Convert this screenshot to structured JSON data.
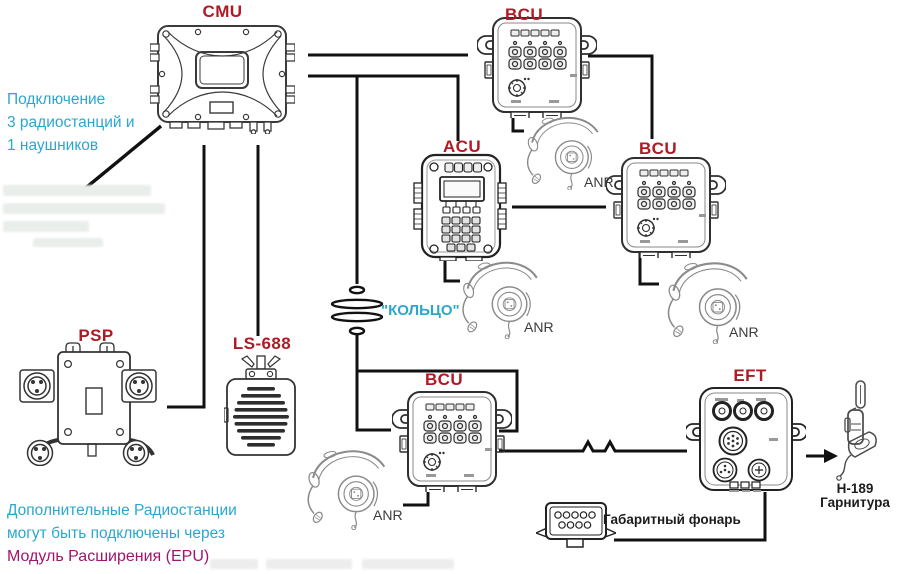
{
  "devices": {
    "cmu": {
      "label": "CMU"
    },
    "bcu_top": {
      "label": "BCU"
    },
    "bcu_right": {
      "label": "BCU"
    },
    "bcu_bottom": {
      "label": "BCU"
    },
    "acu": {
      "label": "ACU"
    },
    "psp": {
      "label": "PSP"
    },
    "ls688": {
      "label": "LS-688"
    },
    "eft": {
      "label": "EFT"
    },
    "handset": {
      "model": "Н-189",
      "name": "Гарнитура"
    },
    "marker_light": {
      "label": "Габаритный фонарь"
    },
    "headsets": {
      "anr1": "ANR",
      "anr2": "ANR",
      "anr3": "ANR",
      "anr4": "ANR"
    }
  },
  "annotations": {
    "ring_label": "\"КОЛЬЦО\"",
    "radio_note_lines": [
      "Подключение",
      "3 радиостанций и",
      "1 наушников"
    ],
    "expansion_note_blue_lines": [
      "Дополнительные Радиостанции",
      "могут быть подключены через"
    ],
    "expansion_note_purple": "Модуль Расширения  (EPU)"
  },
  "colors": {
    "device_label": "#B01A24",
    "note_blue": "#2BA7CF",
    "note_purple": "#A1156B",
    "line": "#111111"
  }
}
